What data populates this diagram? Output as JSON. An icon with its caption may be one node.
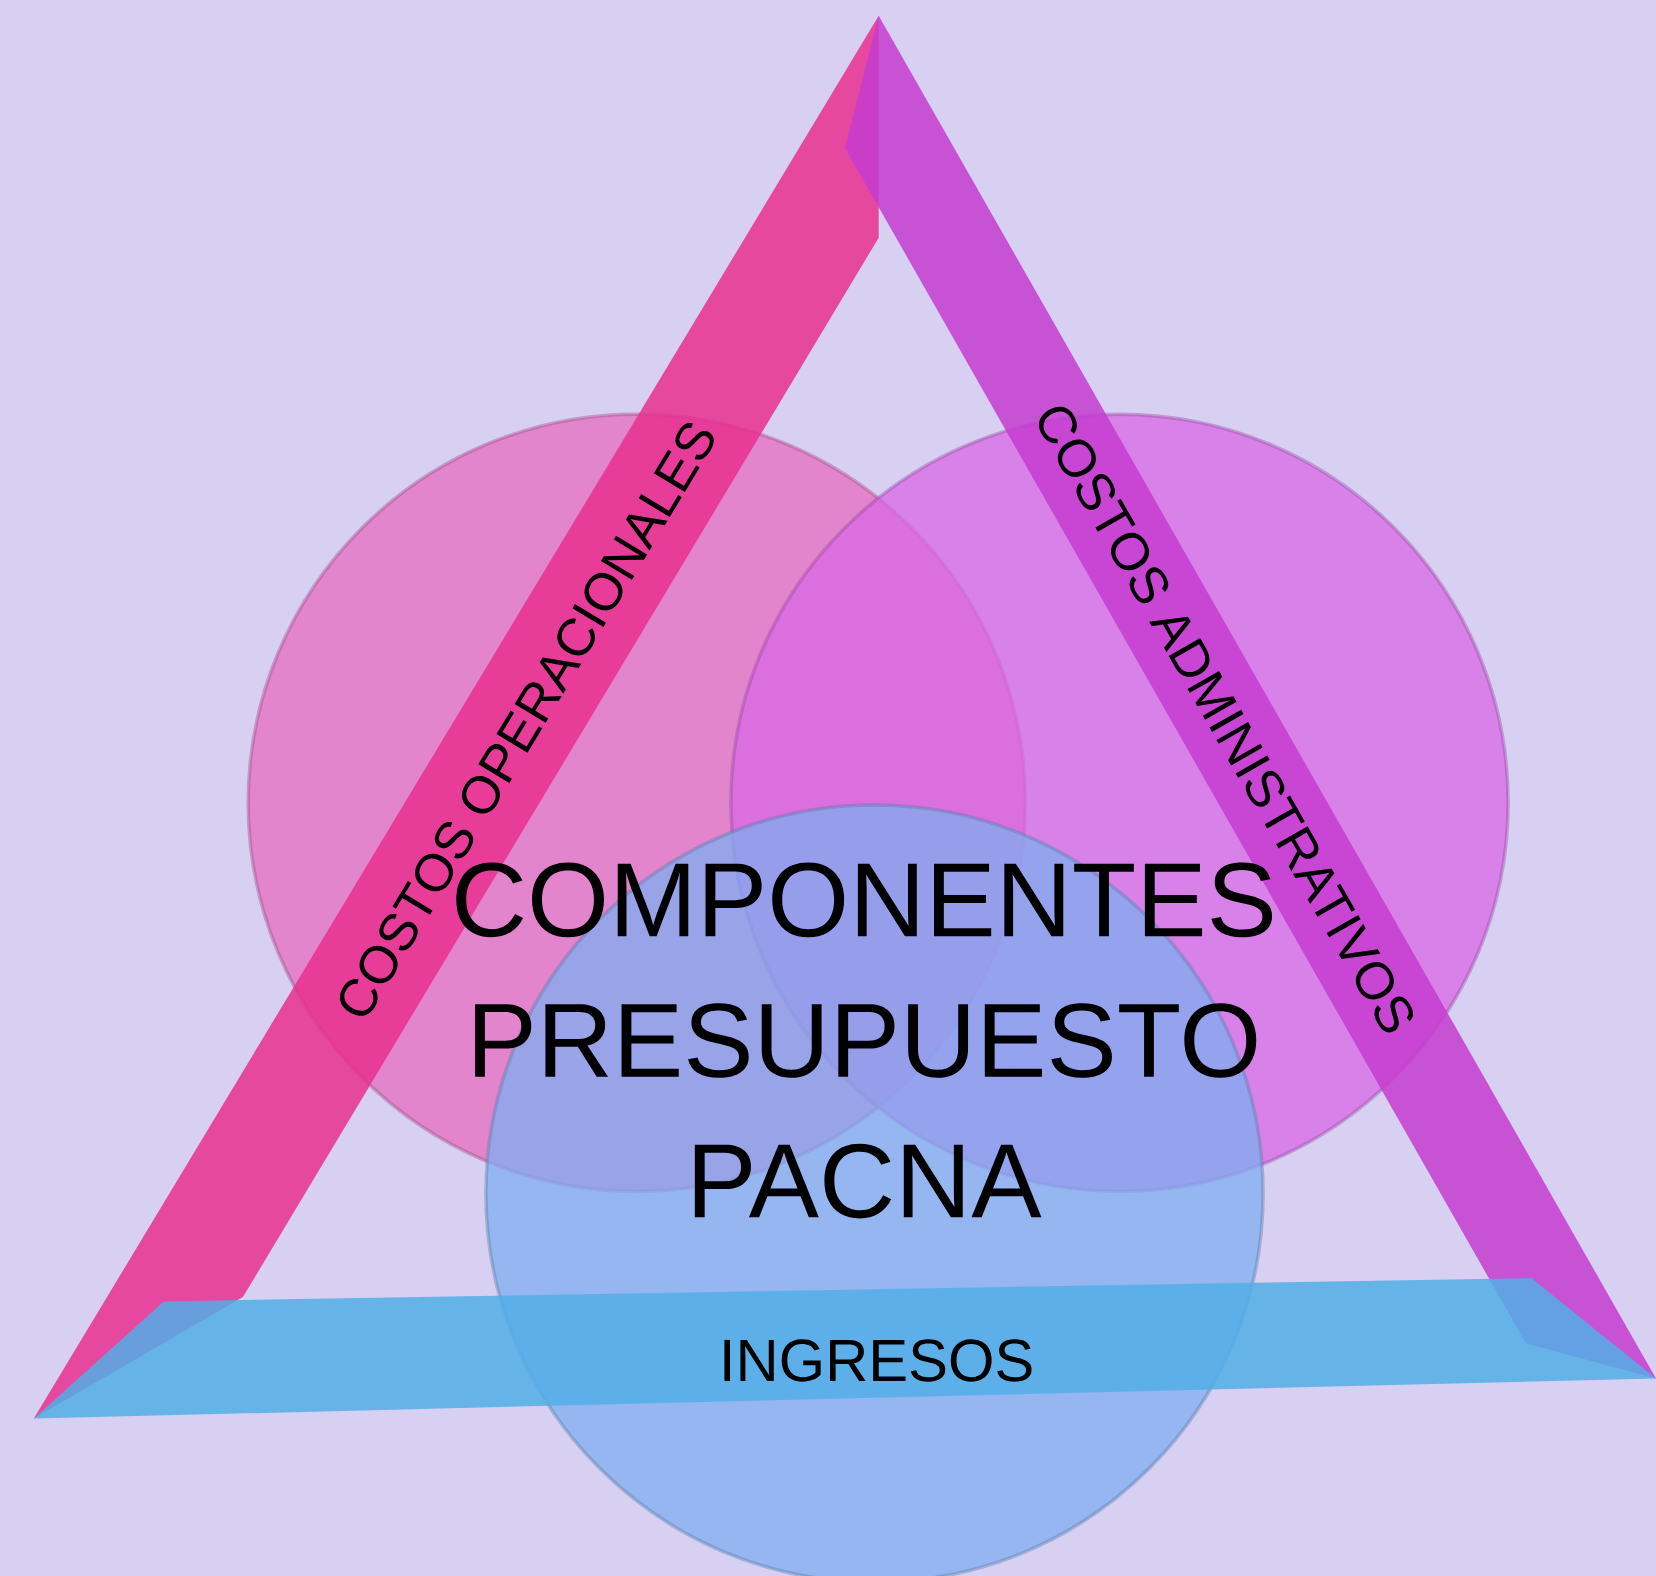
{
  "diagram": {
    "title": "COMPONENTES PRESUPUESTO PACNA",
    "nodes": [
      {
        "text": [
          "COSTOS OPERACIONALES"
        ]
      },
      {
        "text": [
          "COSTOS ADMINISTRATIVOS"
        ]
      },
      {
        "text": [
          "INGRESOS"
        ]
      }
    ]
  }
}
